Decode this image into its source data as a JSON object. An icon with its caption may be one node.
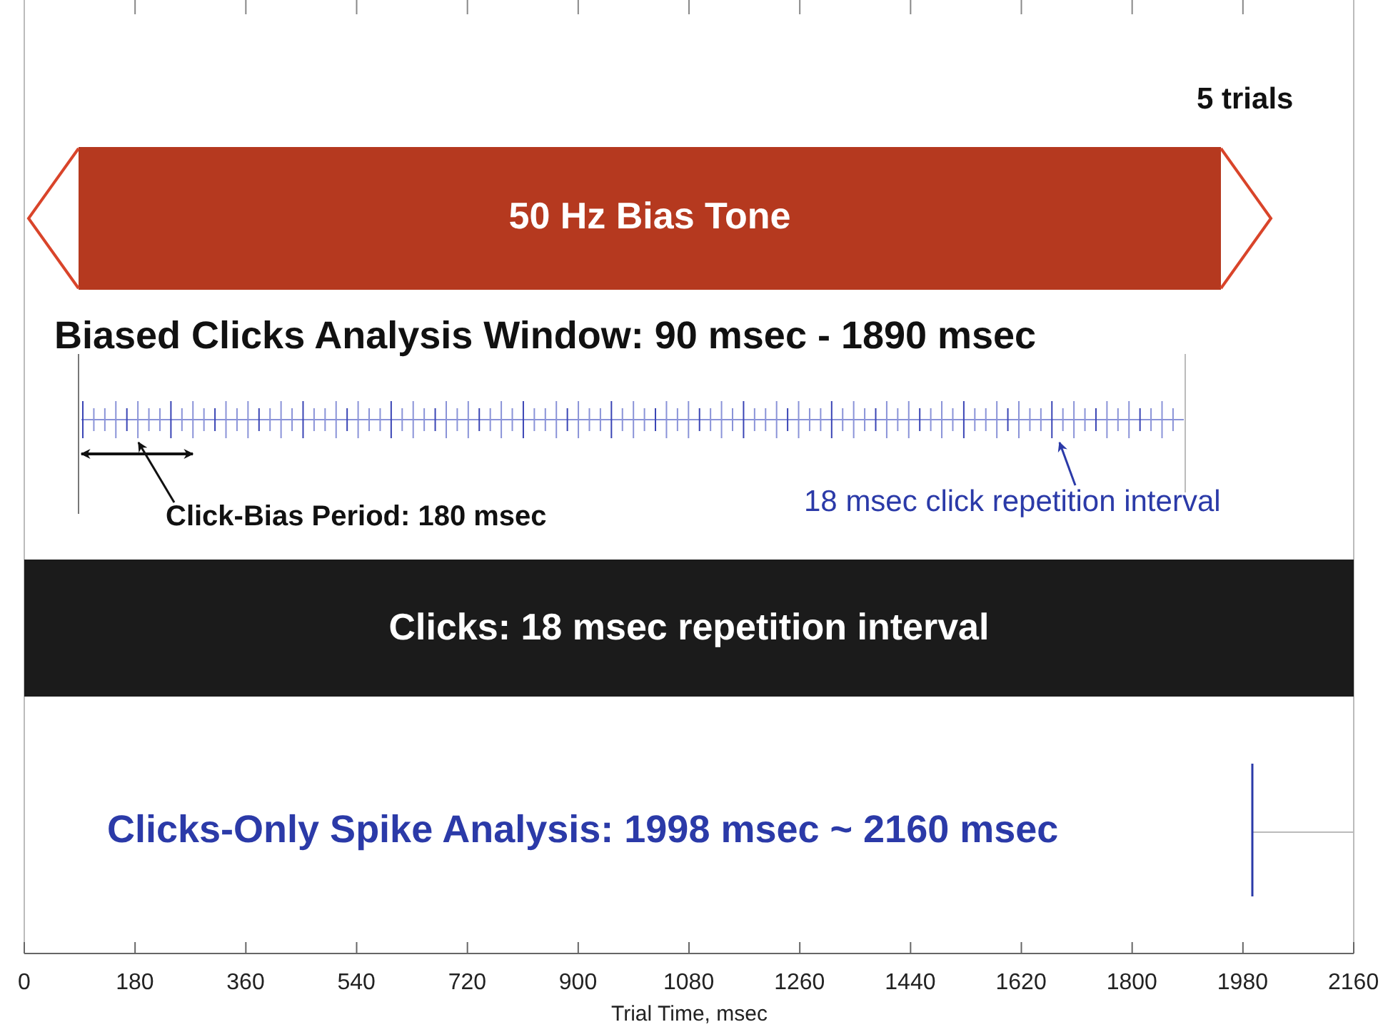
{
  "diagram": {
    "nodes": [
      {
        "text": [
          "50 Hz Bias Tone"
        ]
      },
      {
        "text": [],
        "shape": "picture"
      },
      {
        "text": [
          "Click-Bias Period: 180 msec"
        ]
      },
      {
        "text": [
          "18 msec click repetition interval"
        ]
      },
      {
        "text": [
          "Clicks: 18 msec repetition interval"
        ]
      }
    ],
    "edges": [
      {
        "from": 2,
        "to": 1,
        "arrow": "to"
      },
      {
        "from": 3,
        "to": 1,
        "arrow": "to",
        "color": "#2b3aa8"
      }
    ],
    "labels": [
      "5 trials",
      "Biased Clicks Analysis Window: 90 msec - 1890 msec",
      "Clicks-Only Spike Analysis: 1998 msec ~ 2160 msec",
      "0",
      "180",
      "360",
      "540",
      "720",
      "900",
      "1080",
      "1260",
      "1440",
      "1620",
      "1800",
      "1980",
      "2160",
      "Trial Time, msec"
    ]
  }
}
